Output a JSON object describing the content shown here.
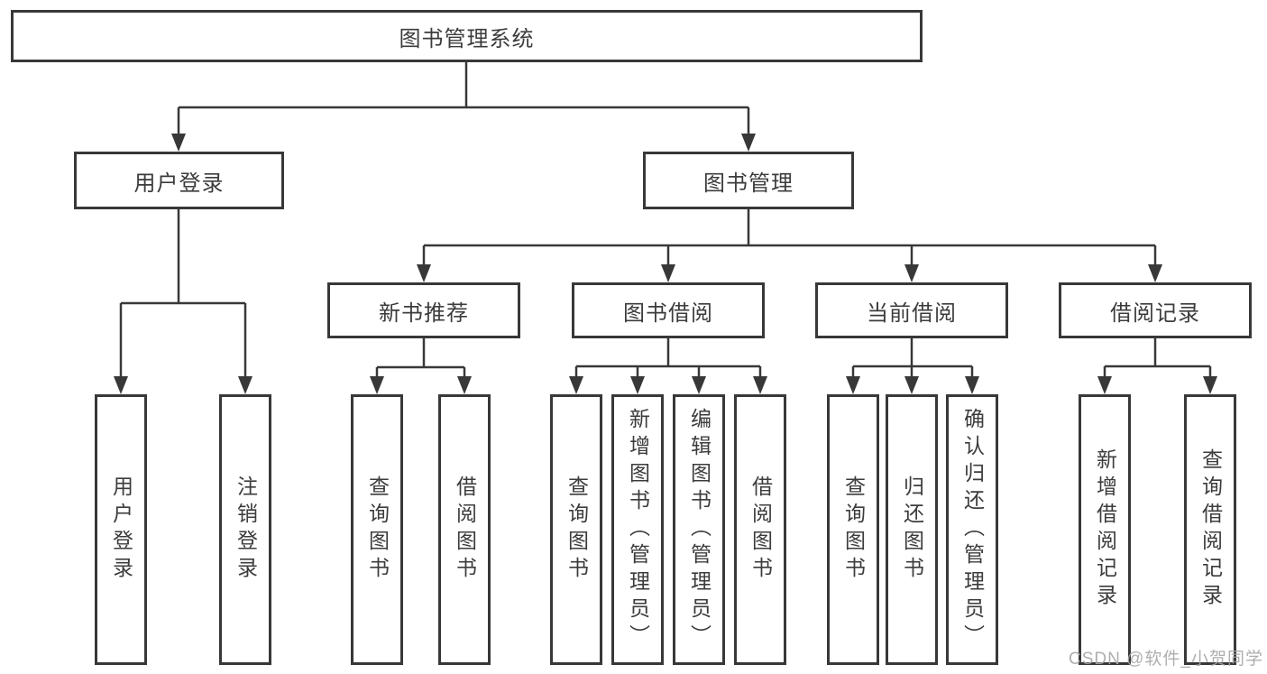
{
  "diagram": {
    "title": "图书管理系统",
    "colors": {
      "line": "#383838",
      "box_border": "#383838",
      "text": "#3c3c3c",
      "watermark": "#a6a6a6",
      "background": "#ffffff"
    },
    "nodes": {
      "root": {
        "label": "图书管理系统"
      },
      "user_login": {
        "label": "用户登录"
      },
      "book_mgmt": {
        "label": "图书管理"
      },
      "new_book_rec": {
        "label": "新书推荐"
      },
      "book_borrow": {
        "label": "图书借阅"
      },
      "current_borrow": {
        "label": "当前借阅"
      },
      "borrow_record": {
        "label": "借阅记录"
      },
      "leaf_user_login": {
        "label": "用户登录"
      },
      "leaf_logout": {
        "label": "注销登录"
      },
      "leaf_query_book_rec": {
        "label": "查询图书"
      },
      "leaf_borrow_book_rec": {
        "label": "借阅图书"
      },
      "leaf_query_book_borrow": {
        "label": "查询图书"
      },
      "leaf_add_book": {
        "label": "新增图书（管理员）"
      },
      "leaf_edit_book": {
        "label": "编辑图书（管理员）"
      },
      "leaf_borrow_book": {
        "label": "借阅图书"
      },
      "leaf_query_book_current": {
        "label": "查询图书"
      },
      "leaf_return_book": {
        "label": "归还图书"
      },
      "leaf_confirm_return": {
        "label": "确认归还（管理员）"
      },
      "leaf_add_borrow_record": {
        "label": "新增借阅记录"
      },
      "leaf_query_borrow_record": {
        "label": "查询借阅记录"
      }
    },
    "hierarchy": {
      "图书管理系统": {
        "用户登录": [
          "用户登录",
          "注销登录"
        ],
        "图书管理": {
          "新书推荐": [
            "查询图书",
            "借阅图书"
          ],
          "图书借阅": [
            "查询图书",
            "新增图书（管理员）",
            "编辑图书（管理员）",
            "借阅图书"
          ],
          "当前借阅": [
            "查询图书",
            "归还图书",
            "确认归还（管理员）"
          ],
          "借阅记录": [
            "新增借阅记录",
            "查询借阅记录"
          ]
        }
      }
    }
  },
  "watermark": {
    "text": "CSDN @软件_小贺同学"
  }
}
